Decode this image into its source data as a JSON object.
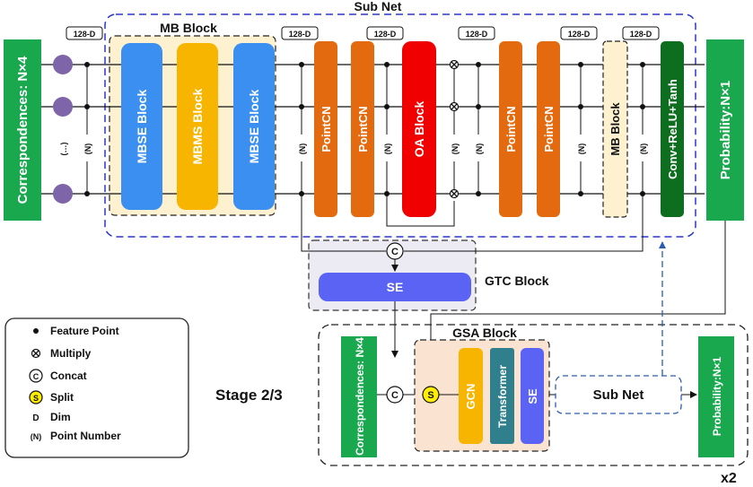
{
  "titles": {
    "sub_net": "Sub Net",
    "mb_block": "MB Block",
    "gtc_block": "GTC Block",
    "gsa_block": "GSA Block",
    "stage": "Stage 2/3",
    "repeat": "x2"
  },
  "dims": {
    "d1": "128-D",
    "d2": "128-D",
    "d3": "128-D",
    "d4": "128-D",
    "d5": "128-D",
    "d6": "128-D"
  },
  "blocks": {
    "correspondences": "Correspondences: N×4",
    "mbse1": "MBSE Block",
    "mbms": "MBMS Block",
    "mbse2": "MBSE Block",
    "pointcn1": "PointCN",
    "pointcn2": "PointCN",
    "oa": "OA Block",
    "pointcn3": "PointCN",
    "pointcn4": "PointCN",
    "mb_small": "MB Block",
    "conv": "Conv+ReLU+Tanh",
    "probability": "Probability:N×1",
    "se_gtc": "SE",
    "corr_small": "Correspondences: N×4",
    "gcn": "GCN",
    "transformer": "Transformer",
    "se_gsa": "SE",
    "sub_net_small": "Sub Net",
    "prob_small": "Probability:N×1"
  },
  "symbols": {
    "n": "(N)",
    "dots": "(…)",
    "concat": "C",
    "split": "S"
  },
  "legend": {
    "feature_point": "Feature Point",
    "multiply": "Multiply",
    "concat": "Concat",
    "split": "Split",
    "dim": "Dim",
    "point_number": "Point Number",
    "dim_symbol": "D",
    "pn_symbol": "(N)"
  },
  "colors": {
    "green": "#1aa84f",
    "blue": "#3b8ff0",
    "yellow": "#f7b500",
    "orange": "#e36a0e",
    "red": "#f00000",
    "dark_green": "#0e6e1f",
    "purple_node": "#7e64a8",
    "se_blue": "#5b63f5",
    "teal": "#2f7f8c",
    "mb_bg": "#fdf1cf",
    "gtc_bg": "#ecebf3",
    "gsa_bg": "#fbe3d2",
    "subnet_border": "#2a36c9"
  }
}
